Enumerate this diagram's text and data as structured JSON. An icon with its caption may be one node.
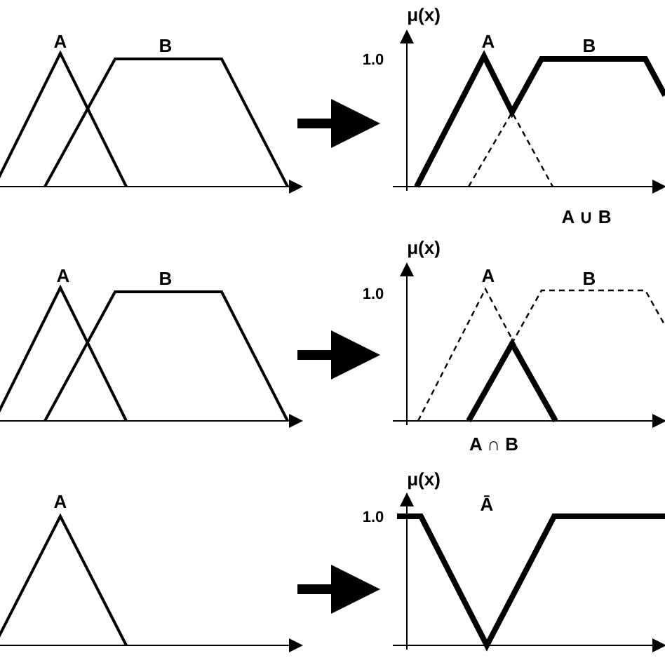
{
  "diagram": {
    "nodes": [
      {
        "text": [
          "A",
          "B"
        ]
      },
      {
        "text": [
          "μ(x)",
          "1.0",
          "A",
          "B",
          "A ∪ B"
        ]
      },
      {
        "text": [
          "A",
          "B"
        ]
      },
      {
        "text": [
          "μ(x)",
          "1.0",
          "A",
          "B",
          "A ∩ B"
        ]
      },
      {
        "text": [
          "A"
        ]
      },
      {
        "text": [
          "μ(x)",
          "1.0",
          "Ā"
        ]
      }
    ],
    "edges": [
      {
        "from": 0,
        "to": 1,
        "arrow": "to"
      },
      {
        "from": 2,
        "to": 3,
        "arrow": "to"
      },
      {
        "from": 4,
        "to": 5,
        "arrow": "to"
      }
    ]
  }
}
